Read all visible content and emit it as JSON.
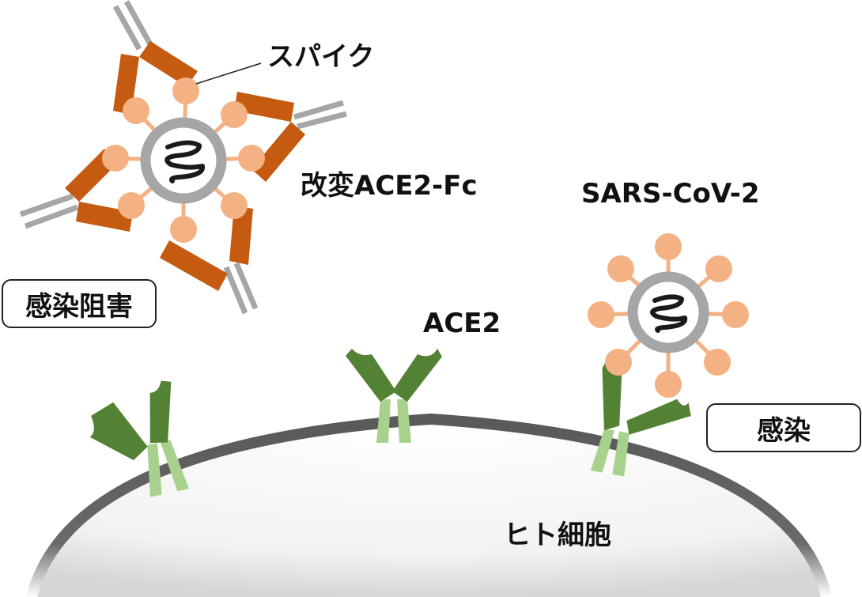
{
  "labels": {
    "spike": "スパイク",
    "modified_ace2_fc": "改変ACE2-Fc",
    "sars_cov_2": "SARS-CoV-2",
    "ace2": "ACE2",
    "human_cell": "ヒト細胞"
  },
  "boxes": {
    "infection_inhibition": "感染阻害",
    "infection": "感染"
  },
  "colors": {
    "virus_ring": "#a6a6a6",
    "spike": "#f4b183",
    "decoy_arm": "#c55a11",
    "fc_stem": "#a6a6a6",
    "ace2_dark": "#548235",
    "ace2_light": "#a9d18e",
    "membrane": "#595959",
    "rna": "#1a1a1a"
  }
}
